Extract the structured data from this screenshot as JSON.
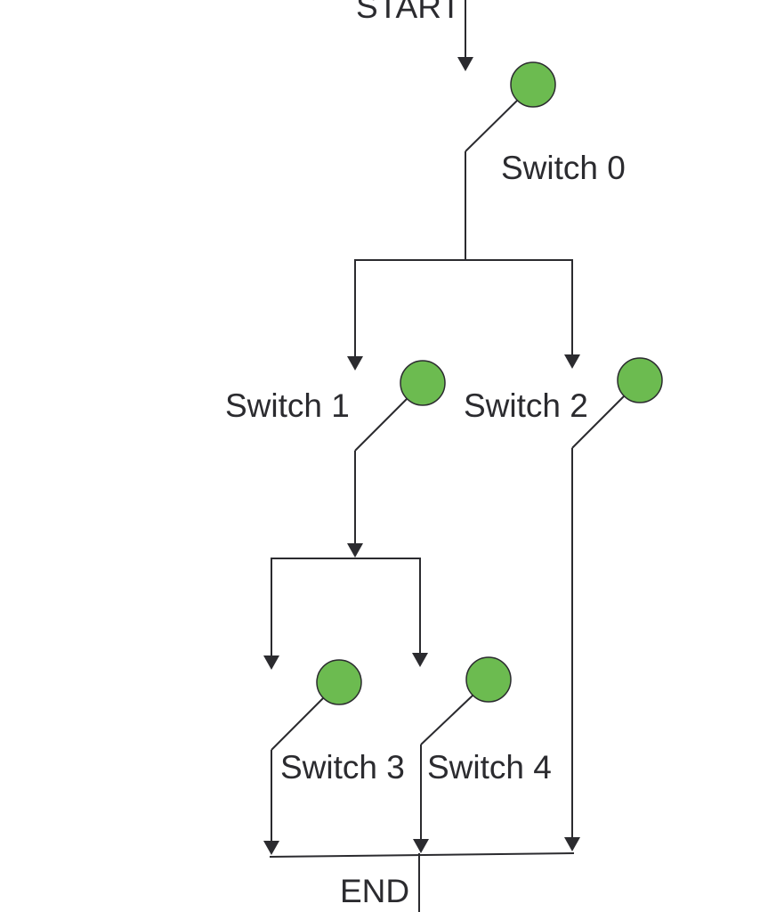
{
  "diagram": {
    "start_label": "START",
    "end_label": "END",
    "switch_color": "#6cbb50",
    "line_color": "#2b2b2f",
    "switches": [
      {
        "label": "Switch 0"
      },
      {
        "label": "Switch 1"
      },
      {
        "label": "Switch 2"
      },
      {
        "label": "Switch 3"
      },
      {
        "label": "Switch 4"
      }
    ]
  }
}
